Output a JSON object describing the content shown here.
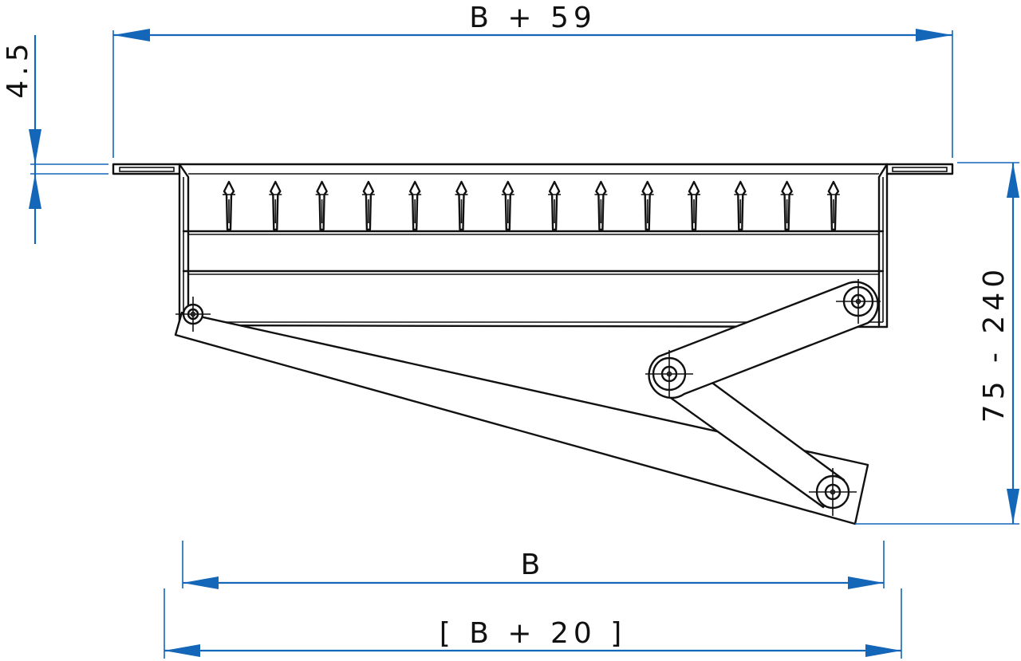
{
  "dimensions": {
    "top_width": "B + 59",
    "flange_thickness": "4.5",
    "height_range": "75 - 240",
    "inner_width": "B",
    "outer_width": "[ B + 20 ]"
  },
  "colors": {
    "dimension": "#1466b8",
    "outline": "#111111",
    "background": "#ffffff"
  }
}
